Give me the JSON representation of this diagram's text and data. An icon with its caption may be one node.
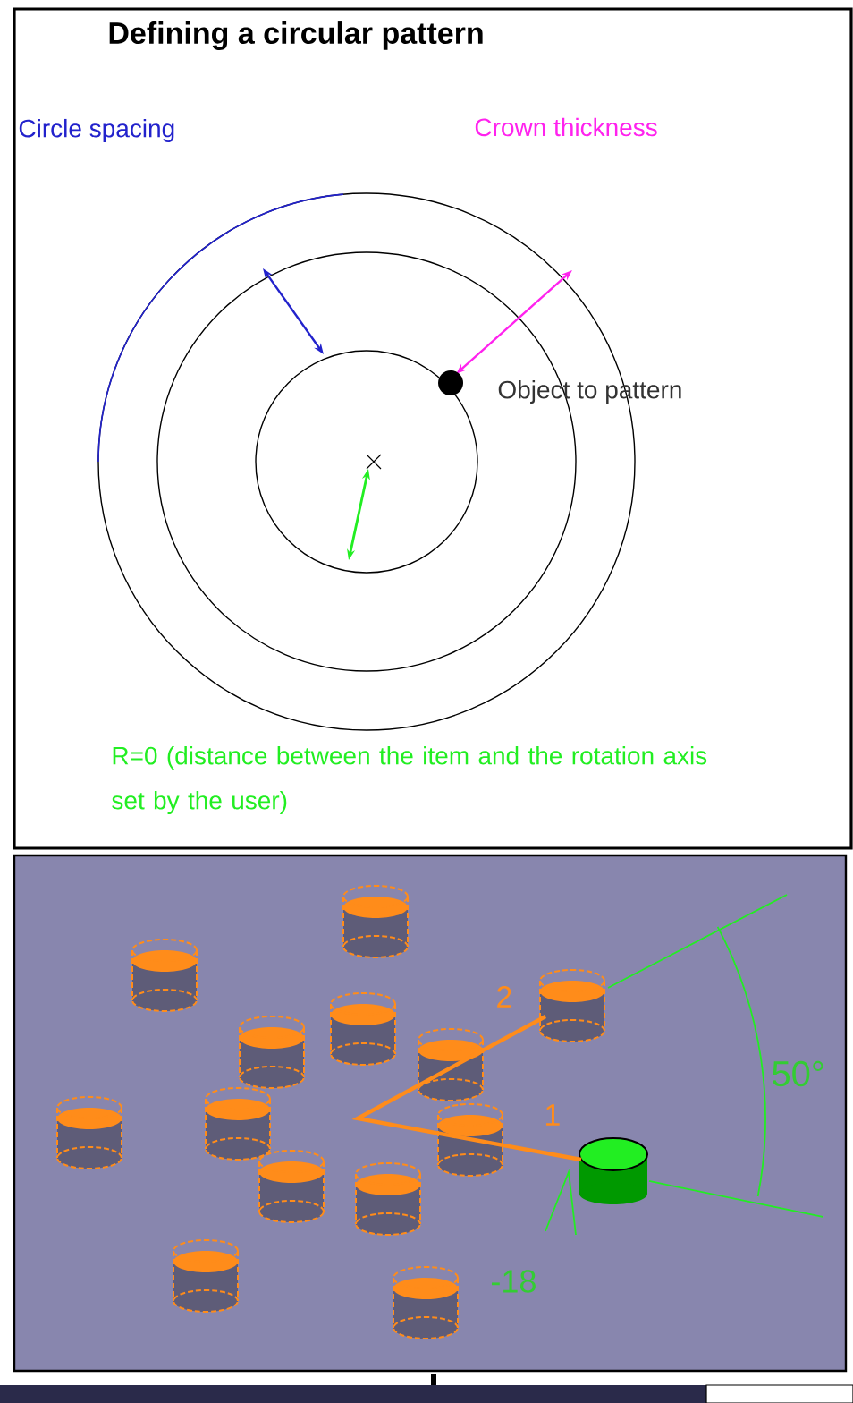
{
  "diagram": {
    "title": "Defining a circular pattern",
    "labels": [
      "Circle spacing",
      "Crown thickness",
      "Object to pattern",
      "R=0 (distance between the item and the rotation axis set by the user)",
      "2",
      "1",
      "50°",
      "-18"
    ]
  }
}
